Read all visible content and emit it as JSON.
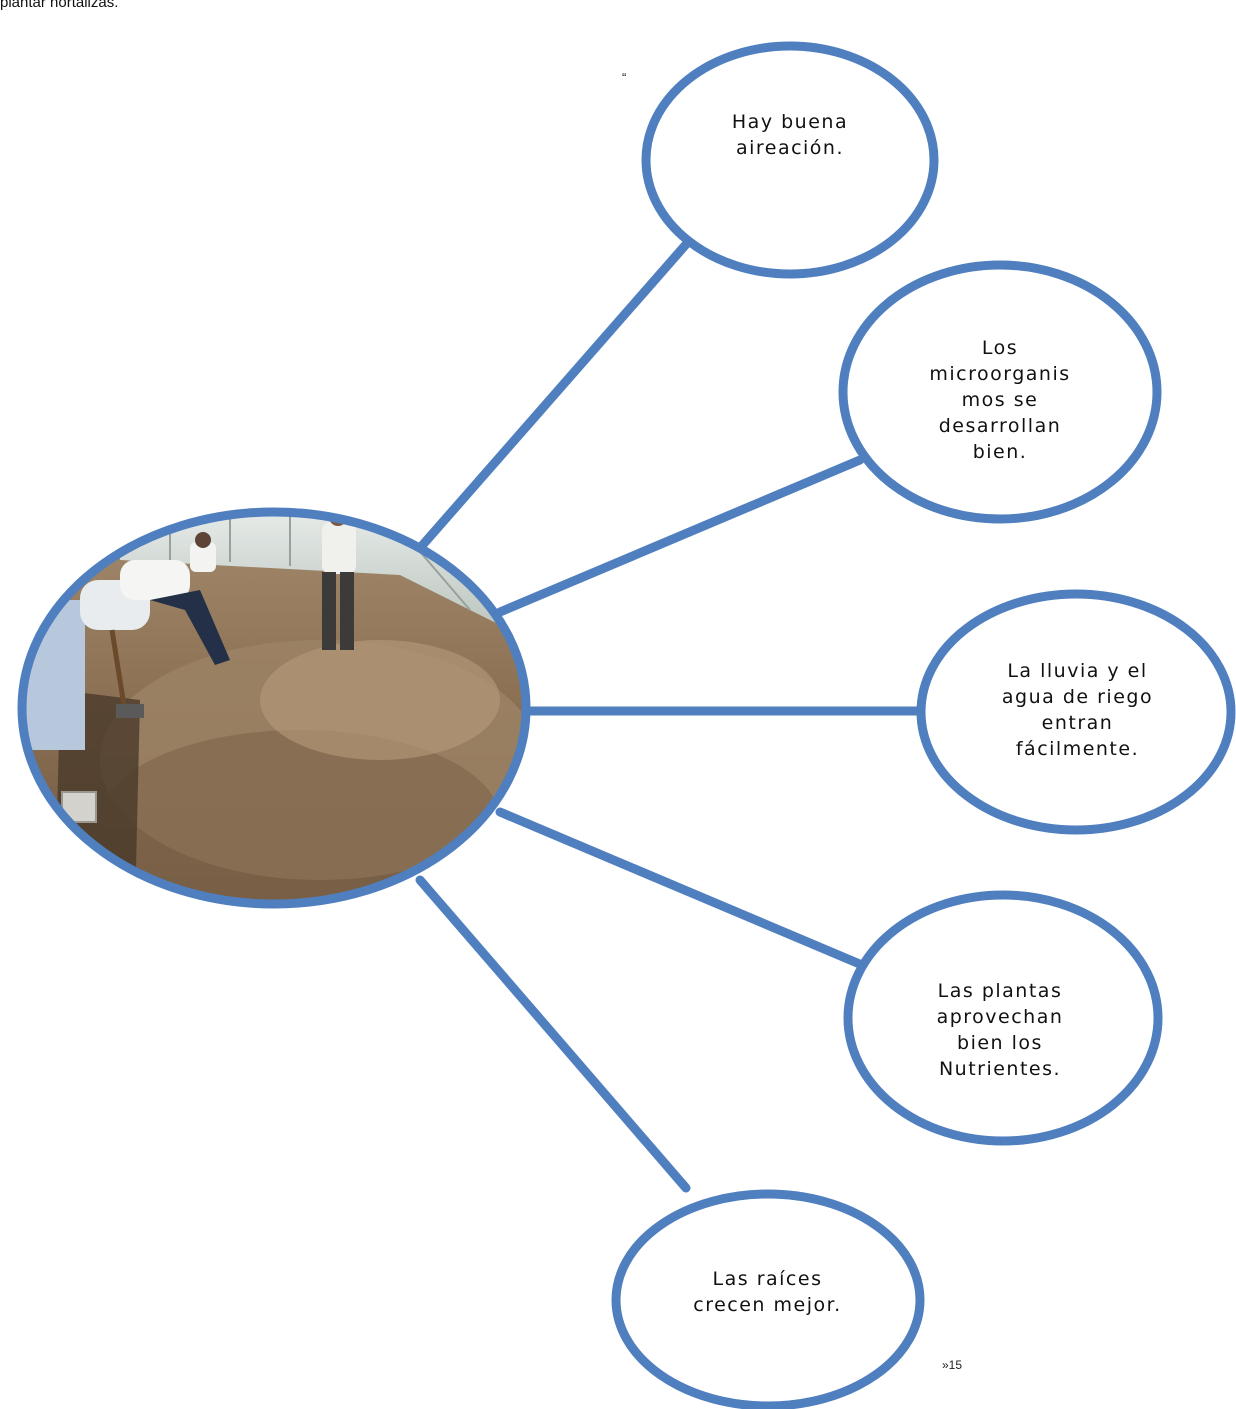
{
  "header_text": "plantar hortalizas.",
  "open_quote": "“",
  "footnote_mark": "»15",
  "colors": {
    "outline": "#4f7fbf",
    "background": "#ffffff"
  },
  "center": {
    "image": "photo of people digging garden beds with shovels inside a greenhouse"
  },
  "bubbles": [
    {
      "id": "aireacion",
      "text": "Hay buena\naireación."
    },
    {
      "id": "microorganismos",
      "text": "Los\nmicroorganis\nmos se\ndesarrollan\nbien."
    },
    {
      "id": "lluvia",
      "text": "La lluvia y el\nagua de riego\nentran\nfácilmente."
    },
    {
      "id": "nutrientes",
      "text": "Las plantas\naprovechan\nbien los\nNutrientes."
    },
    {
      "id": "raices",
      "text": "Las raíces\ncrecen mejor."
    }
  ]
}
